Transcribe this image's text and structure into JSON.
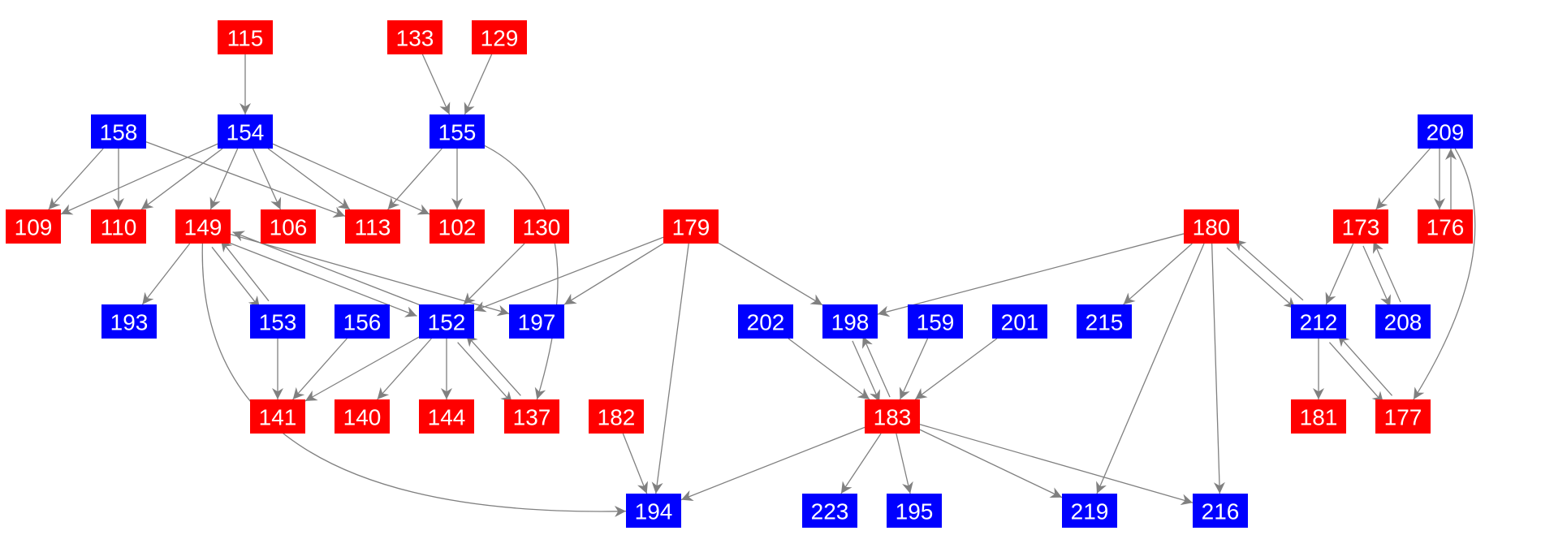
{
  "colors": {
    "red": "#ff0000",
    "blue": "#0000ff",
    "edge": "#808080"
  },
  "nodes": [
    {
      "id": "115",
      "color": "red"
    },
    {
      "id": "133",
      "color": "red"
    },
    {
      "id": "129",
      "color": "red"
    },
    {
      "id": "158",
      "color": "blue"
    },
    {
      "id": "154",
      "color": "blue"
    },
    {
      "id": "155",
      "color": "blue"
    },
    {
      "id": "209",
      "color": "blue"
    },
    {
      "id": "109",
      "color": "red"
    },
    {
      "id": "110",
      "color": "red"
    },
    {
      "id": "149",
      "color": "red"
    },
    {
      "id": "106",
      "color": "red"
    },
    {
      "id": "113",
      "color": "red"
    },
    {
      "id": "102",
      "color": "red"
    },
    {
      "id": "130",
      "color": "red"
    },
    {
      "id": "179",
      "color": "red"
    },
    {
      "id": "180",
      "color": "red"
    },
    {
      "id": "173",
      "color": "red"
    },
    {
      "id": "176",
      "color": "red"
    },
    {
      "id": "193",
      "color": "blue"
    },
    {
      "id": "153",
      "color": "blue"
    },
    {
      "id": "156",
      "color": "blue"
    },
    {
      "id": "152",
      "color": "blue"
    },
    {
      "id": "197",
      "color": "blue"
    },
    {
      "id": "202",
      "color": "blue"
    },
    {
      "id": "198",
      "color": "blue"
    },
    {
      "id": "159",
      "color": "blue"
    },
    {
      "id": "201",
      "color": "blue"
    },
    {
      "id": "215",
      "color": "blue"
    },
    {
      "id": "212",
      "color": "blue"
    },
    {
      "id": "208",
      "color": "blue"
    },
    {
      "id": "141",
      "color": "red"
    },
    {
      "id": "140",
      "color": "red"
    },
    {
      "id": "144",
      "color": "red"
    },
    {
      "id": "137",
      "color": "red"
    },
    {
      "id": "182",
      "color": "red"
    },
    {
      "id": "183",
      "color": "red"
    },
    {
      "id": "181",
      "color": "red"
    },
    {
      "id": "177",
      "color": "red"
    },
    {
      "id": "194",
      "color": "blue"
    },
    {
      "id": "223",
      "color": "blue"
    },
    {
      "id": "195",
      "color": "blue"
    },
    {
      "id": "219",
      "color": "blue"
    },
    {
      "id": "216",
      "color": "blue"
    }
  ],
  "edges": [
    [
      "115",
      "154"
    ],
    [
      "133",
      "155"
    ],
    [
      "129",
      "155"
    ],
    [
      "158",
      "109"
    ],
    [
      "158",
      "110"
    ],
    [
      "158",
      "113"
    ],
    [
      "154",
      "109"
    ],
    [
      "154",
      "110"
    ],
    [
      "154",
      "149"
    ],
    [
      "154",
      "106"
    ],
    [
      "154",
      "113"
    ],
    [
      "154",
      "102"
    ],
    [
      "155",
      "113"
    ],
    [
      "155",
      "102"
    ],
    [
      "155",
      "137"
    ],
    [
      "130",
      "152"
    ],
    [
      "179",
      "152"
    ],
    [
      "179",
      "197"
    ],
    [
      "179",
      "194"
    ],
    [
      "179",
      "198"
    ],
    [
      "149",
      "193"
    ],
    [
      "149",
      "153"
    ],
    [
      "153",
      "149"
    ],
    [
      "149",
      "152"
    ],
    [
      "152",
      "149"
    ],
    [
      "149",
      "197"
    ],
    [
      "149",
      "194"
    ],
    [
      "153",
      "141"
    ],
    [
      "156",
      "141"
    ],
    [
      "152",
      "141"
    ],
    [
      "152",
      "140"
    ],
    [
      "152",
      "144"
    ],
    [
      "152",
      "137"
    ],
    [
      "137",
      "152"
    ],
    [
      "182",
      "194"
    ],
    [
      "183",
      "194"
    ],
    [
      "183",
      "223"
    ],
    [
      "183",
      "195"
    ],
    [
      "183",
      "219"
    ],
    [
      "183",
      "216"
    ],
    [
      "183",
      "198"
    ],
    [
      "198",
      "183"
    ],
    [
      "202",
      "183"
    ],
    [
      "159",
      "183"
    ],
    [
      "201",
      "183"
    ],
    [
      "180",
      "198"
    ],
    [
      "180",
      "215"
    ],
    [
      "180",
      "219"
    ],
    [
      "180",
      "216"
    ],
    [
      "180",
      "212"
    ],
    [
      "212",
      "180"
    ],
    [
      "209",
      "173"
    ],
    [
      "209",
      "176"
    ],
    [
      "176",
      "209"
    ],
    [
      "209",
      "177"
    ],
    [
      "173",
      "212"
    ],
    [
      "173",
      "208"
    ],
    [
      "208",
      "173"
    ],
    [
      "212",
      "181"
    ],
    [
      "212",
      "177"
    ],
    [
      "177",
      "212"
    ]
  ]
}
